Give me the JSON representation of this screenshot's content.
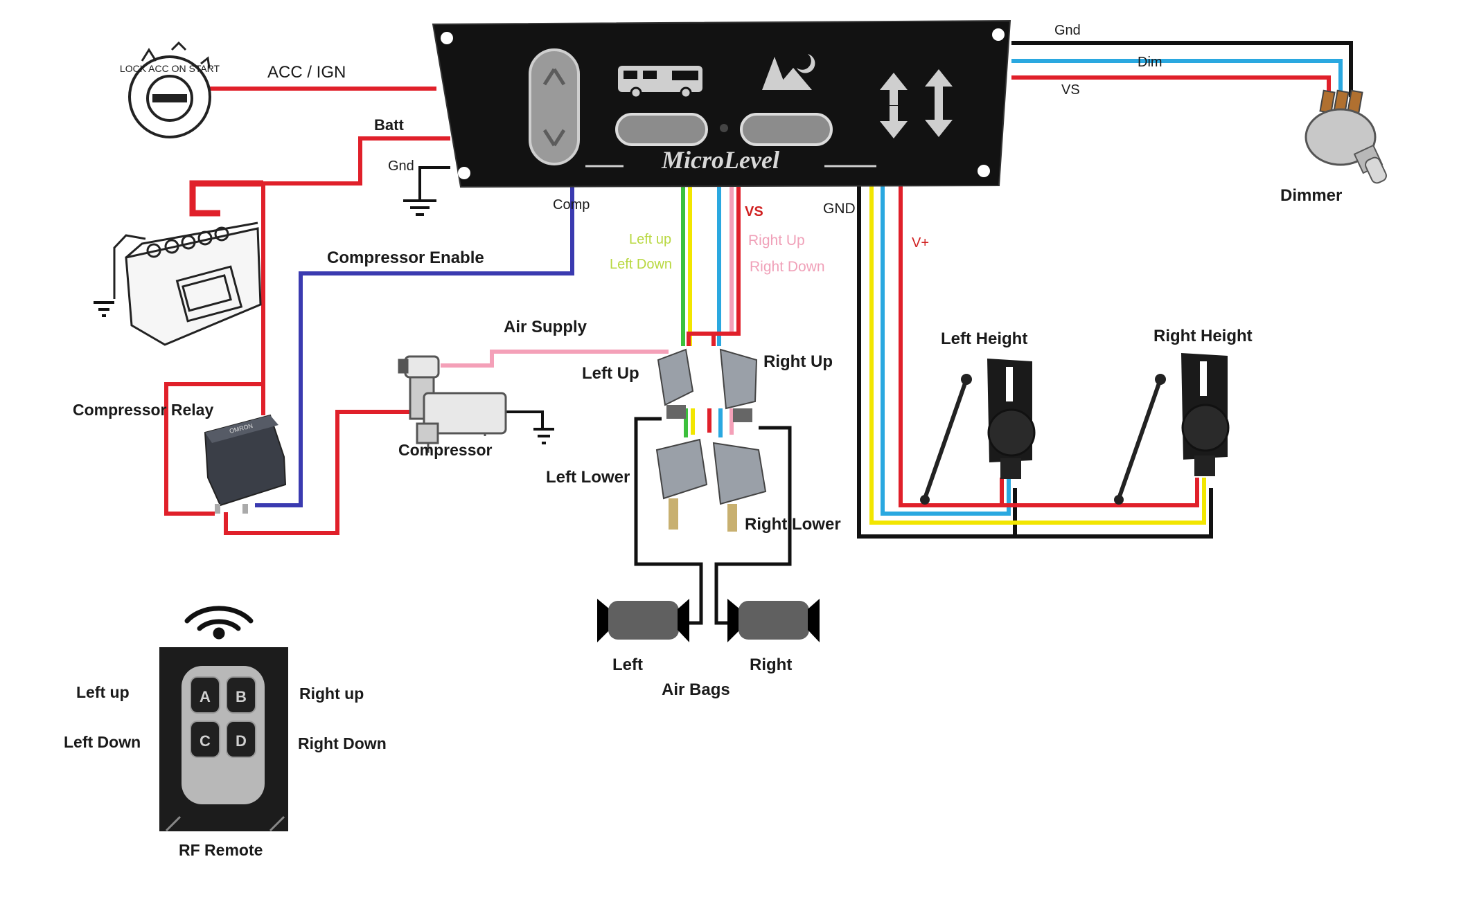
{
  "panel": {
    "brand": "MicroLevel"
  },
  "ignition": {
    "ring_text": "LOCK ACC ON START",
    "label": "ACC / IGN"
  },
  "battery": {
    "label": "Batt"
  },
  "ground_label": "Gnd",
  "comp_label": "Comp",
  "compressor_enable_label": "Compressor Enable",
  "compressor_relay_label": "Compressor Relay",
  "relay_text": "OMRON",
  "air_supply_label": "Air Supply",
  "compressor_label": "Compressor",
  "valves": {
    "left_up": "Left Up",
    "right_up": "Right Up",
    "left_lower": "Left Lower",
    "right_lower": "Right Lower"
  },
  "signals": {
    "left_up": "Left up",
    "left_down": "Left Down",
    "vs": "VS",
    "right_up": "Right Up",
    "right_down": "Right Down",
    "gnd": "GND",
    "vplus": "V+"
  },
  "dimmer": {
    "gnd": "Gnd",
    "dim": "Dim",
    "vs": "VS",
    "label": "Dimmer"
  },
  "sensors": {
    "left": "Left Height",
    "right": "Right Height"
  },
  "airbags": {
    "left": "Left",
    "right": "Right",
    "label": "Air Bags"
  },
  "remote": {
    "left_up": "Left up",
    "left_down": "Left Down",
    "right_up": "Right up",
    "right_down": "Right Down",
    "label": "RF Remote",
    "keys": [
      "A",
      "B",
      "C",
      "D"
    ]
  },
  "colors": {
    "red": "#e0202a",
    "blue": "#3a3ab0",
    "cyan": "#2aa8e0",
    "yellow": "#f2e600",
    "green": "#3cc03c",
    "pink": "#f4a0b8",
    "black": "#111111",
    "left_signal_text": "#b8d840",
    "right_signal_text": "#f0a0b8",
    "vs_text": "#d02020"
  }
}
